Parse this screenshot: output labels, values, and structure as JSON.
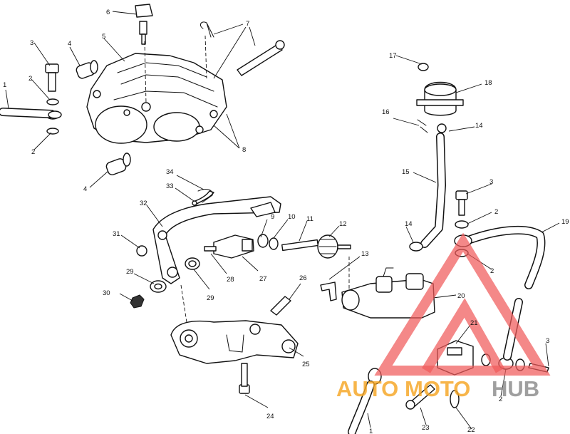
{
  "callouts": {
    "c1a": "1",
    "c1b": "1",
    "c2a": "2",
    "c2b": "2",
    "c2c": "2",
    "c2d": "2",
    "c2e": "2",
    "c3a": "3",
    "c3b": "3",
    "c3c": "3",
    "c4a": "4",
    "c4b": "4",
    "c5": "5",
    "c6": "6",
    "c7": "7",
    "c8": "8",
    "c9": "9",
    "c10": "10",
    "c11": "11",
    "c12": "12",
    "c13": "13",
    "c14a": "14",
    "c14b": "14",
    "c15": "15",
    "c16": "16",
    "c17": "17",
    "c18": "18",
    "c19": "19",
    "c20": "20",
    "c21": "21",
    "c22": "22",
    "c23": "23",
    "c24": "24",
    "c25": "25",
    "c26": "26",
    "c27": "27",
    "c28": "28",
    "c29a": "29",
    "c29b": "29",
    "c30": "30",
    "c31": "31",
    "c32": "32",
    "c33": "33",
    "c34": "34"
  },
  "watermark": {
    "text_a": "AUTO",
    "text_b": "MOTO",
    "text_c": "HUB",
    "color_red": "#f05a5a",
    "color_orange": "#f6a623",
    "color_gray": "#8a8a8a"
  }
}
